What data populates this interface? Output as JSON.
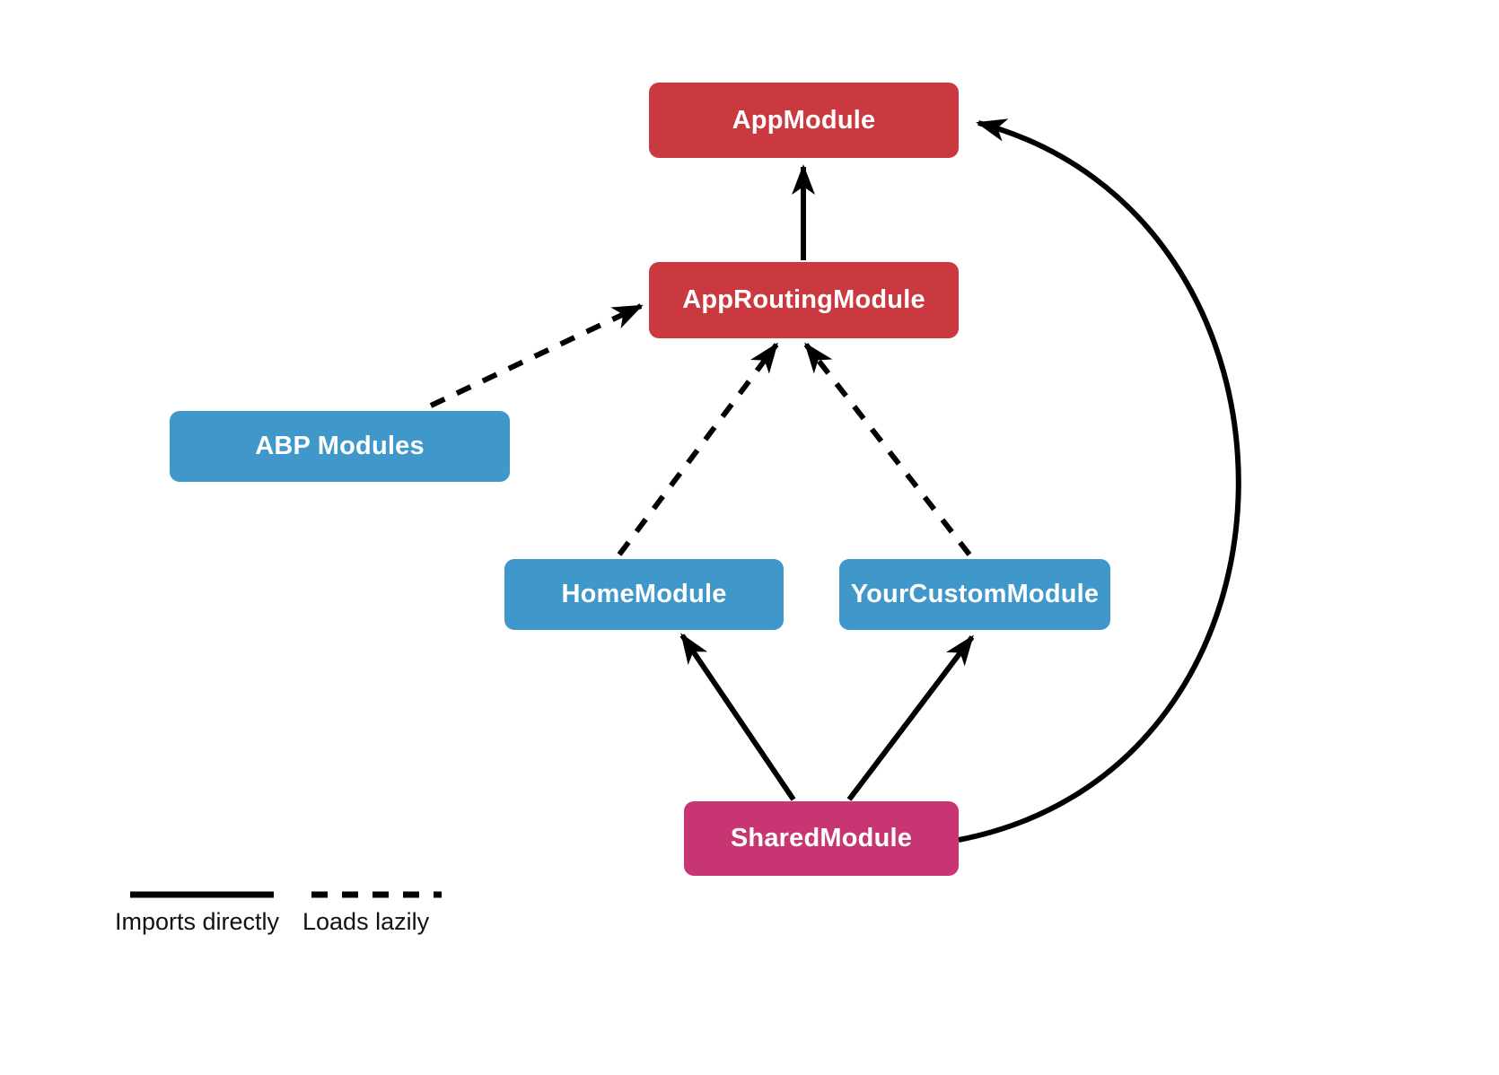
{
  "diagram": {
    "colors": {
      "red": "#C9393F",
      "blue": "#3F97CA",
      "magenta": "#C73572",
      "arrow": "#000000",
      "background": "#FFFFFF",
      "node_text": "#FFFFFF",
      "legend_text": "#111111"
    },
    "nodes": [
      {
        "id": "app-module",
        "label": "AppModule",
        "color_key": "red"
      },
      {
        "id": "app-routing-module",
        "label": "AppRoutingModule",
        "color_key": "red"
      },
      {
        "id": "abp-modules",
        "label": "ABP Modules",
        "color_key": "blue"
      },
      {
        "id": "home-module",
        "label": "HomeModule",
        "color_key": "blue"
      },
      {
        "id": "your-custom-module",
        "label": "YourCustomModule",
        "color_key": "blue"
      },
      {
        "id": "shared-module",
        "label": "SharedModule",
        "color_key": "magenta"
      }
    ],
    "edges": [
      {
        "from": "AppRoutingModule",
        "to": "AppModule",
        "style": "solid",
        "meaning": "Imports directly"
      },
      {
        "from": "ABP Modules",
        "to": "AppRoutingModule",
        "style": "dashed",
        "meaning": "Loads lazily"
      },
      {
        "from": "HomeModule",
        "to": "AppRoutingModule",
        "style": "dashed",
        "meaning": "Loads lazily"
      },
      {
        "from": "YourCustomModule",
        "to": "AppRoutingModule",
        "style": "dashed",
        "meaning": "Loads lazily"
      },
      {
        "from": "SharedModule",
        "to": "HomeModule",
        "style": "solid",
        "meaning": "Imports directly"
      },
      {
        "from": "SharedModule",
        "to": "YourCustomModule",
        "style": "solid",
        "meaning": "Imports directly"
      },
      {
        "from": "SharedModule",
        "to": "AppModule",
        "style": "solid",
        "meaning": "Imports directly"
      }
    ],
    "legend": {
      "solid_label": "Imports directly",
      "dashed_label": "Loads lazily"
    }
  }
}
